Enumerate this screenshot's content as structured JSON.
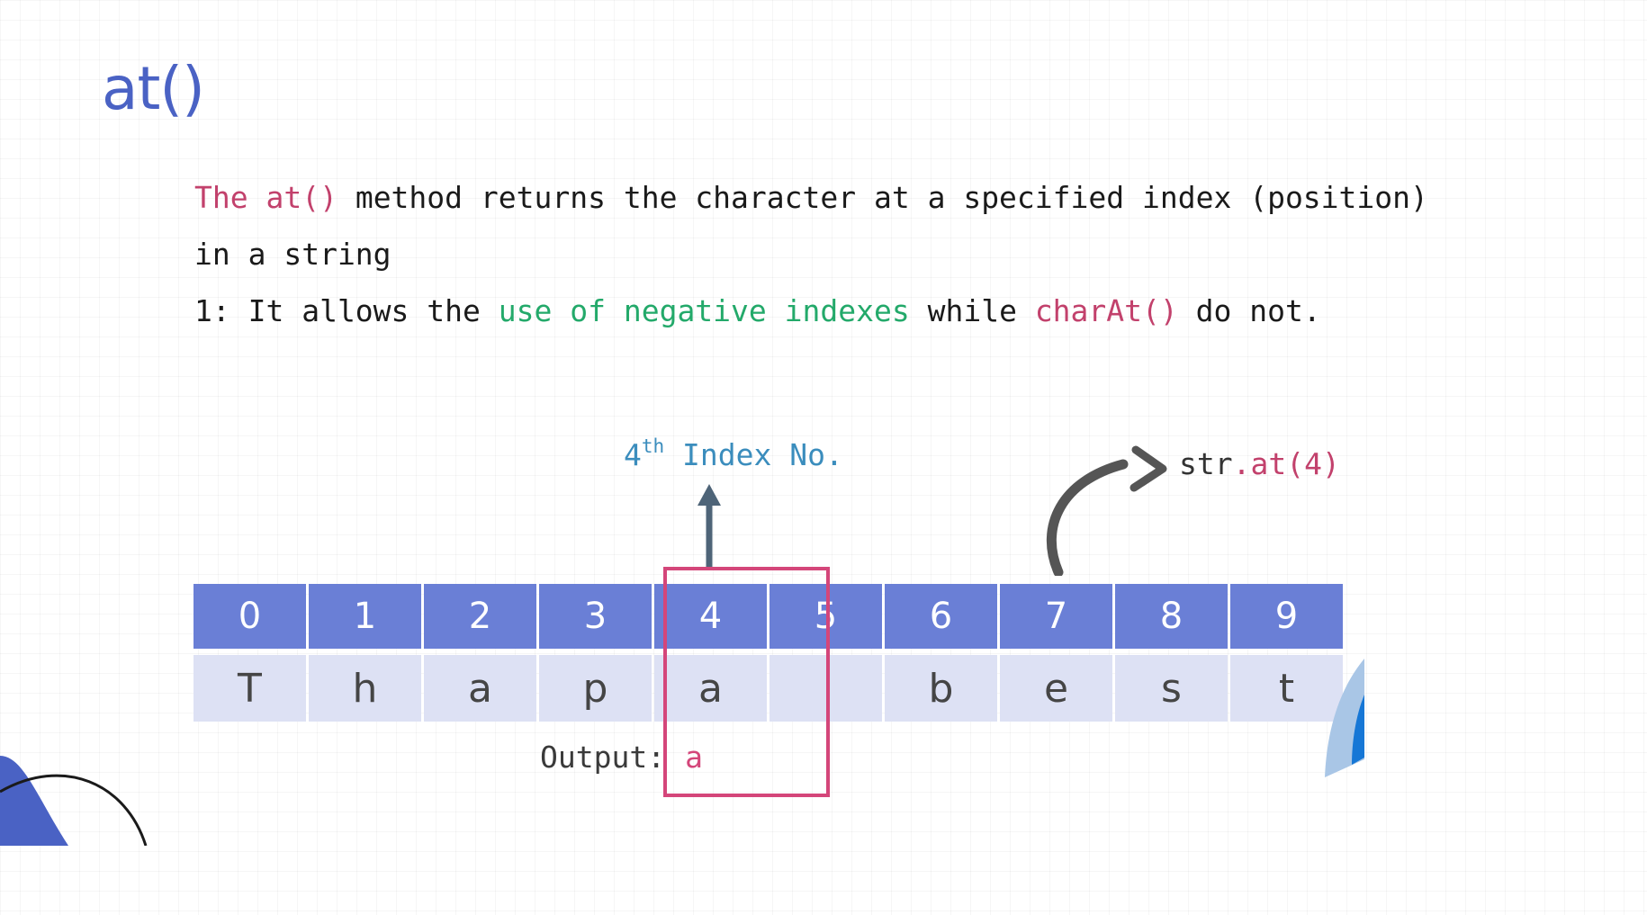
{
  "title": "at()",
  "description": {
    "line1_kw": "The at()",
    "line1_rest": " method returns the character at a specified index (position)",
    "line2": "in a string",
    "line3_pre": "1: It allows the ",
    "line3_green": "use of negative indexes",
    "line3_mid": " while ",
    "line3_pink": "charAt()",
    "line3_post": " do not."
  },
  "diagram": {
    "index_label_num": "4",
    "index_label_sup": "th",
    "index_label_text": " Index No.",
    "call_obj": "str",
    "call_method": ".at(4)",
    "indices": [
      "0",
      "1",
      "2",
      "3",
      "4",
      "5",
      "6",
      "7",
      "8",
      "9"
    ],
    "characters": [
      "T",
      "h",
      "a",
      "p",
      "a",
      "",
      "b",
      "e",
      "s",
      "t"
    ],
    "highlighted_index": 4,
    "output_label": "Output:",
    "output_value": "a"
  },
  "colors": {
    "title": "#4a62c4",
    "index_row": "#6a7fd6",
    "char_row": "#dde1f4",
    "highlight": "#d4467a",
    "keyword_pink": "#c2416c",
    "keyword_green": "#23a96a",
    "index_label": "#3b8dbd"
  },
  "icons": {
    "up_arrow": "arrow-up-icon",
    "curved_arrow": "curved-arrow-icon"
  }
}
